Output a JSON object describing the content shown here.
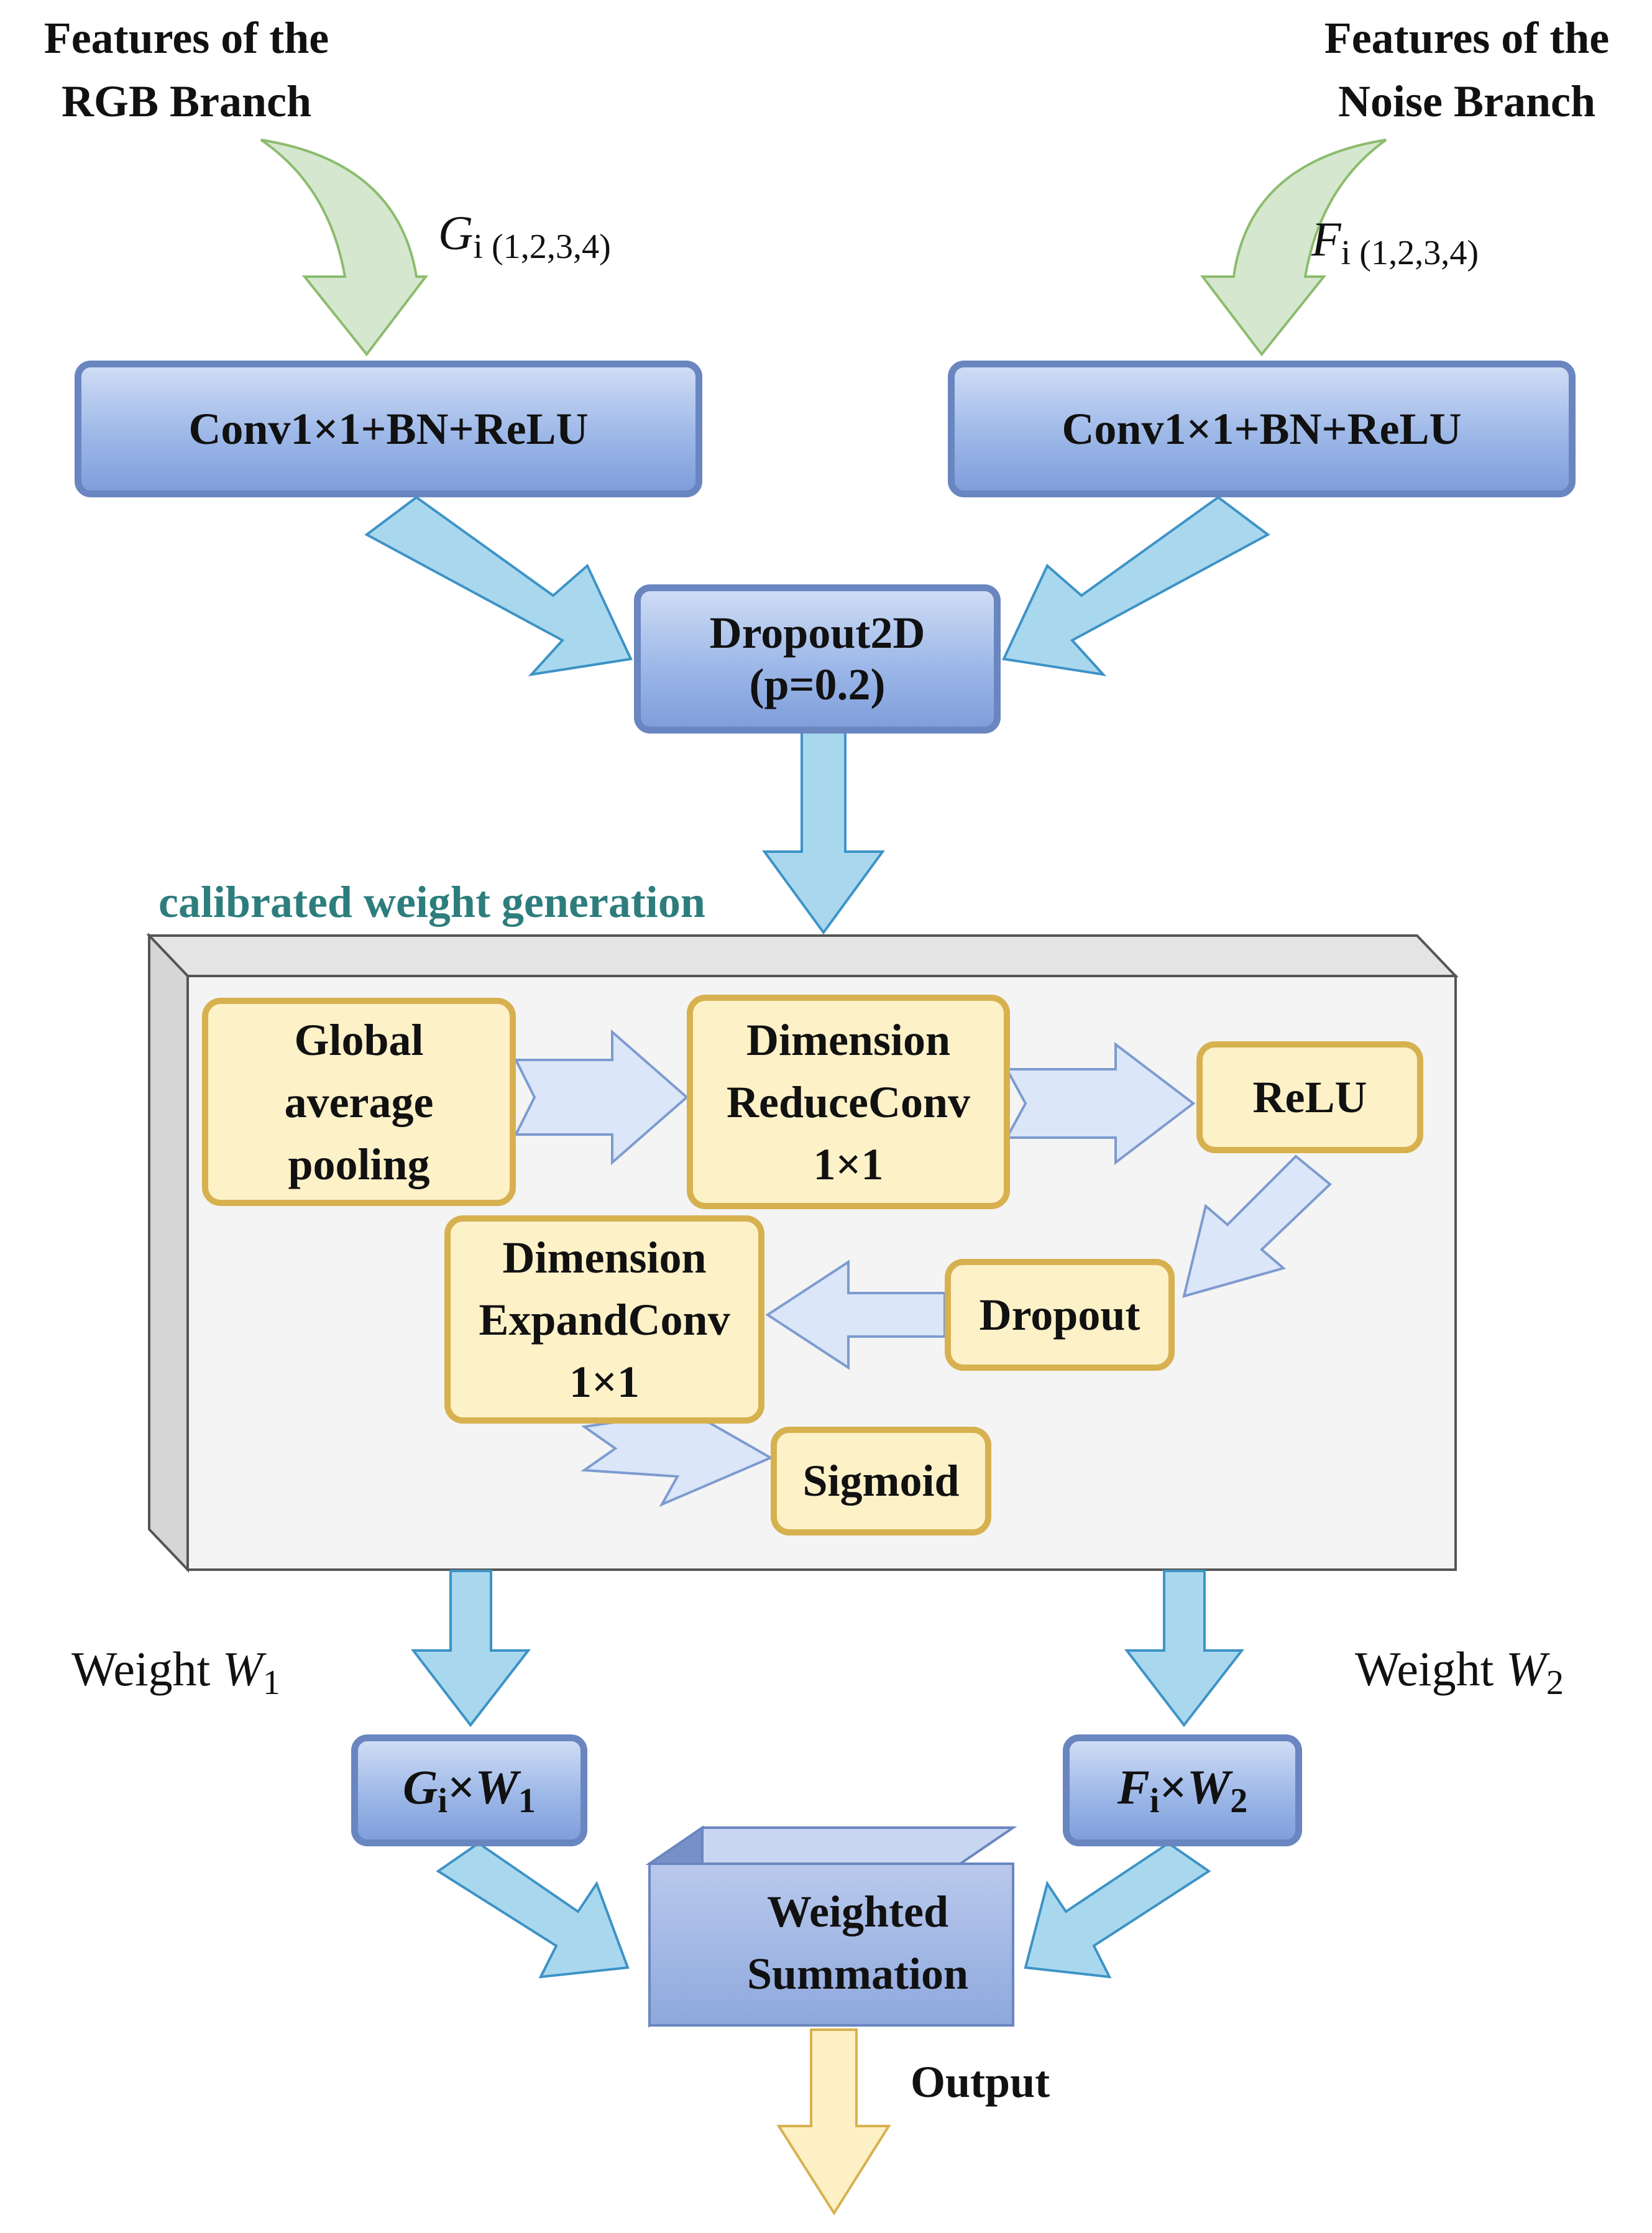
{
  "inputs": {
    "rgb": {
      "label": [
        "Features of the",
        "RGB Branch"
      ],
      "var": "G",
      "sub": "i (1,2,3,4)"
    },
    "noise": {
      "label": [
        "Features of the",
        "Noise Branch"
      ],
      "var": "F",
      "sub": "i (1,2,3,4)"
    }
  },
  "conv_left": "Conv1×1+BN+ReLU",
  "conv_right": "Conv1×1+BN+ReLU",
  "dropout2d": [
    "Dropout2D",
    "(p=0.2)"
  ],
  "cwg": {
    "title": "calibrated weight generation",
    "gap": [
      "Global",
      "average",
      "pooling"
    ],
    "reduce": [
      "Dimension",
      "ReduceConv",
      "1×1"
    ],
    "relu": "ReLU",
    "dropout": "Dropout",
    "expand": [
      "Dimension",
      "ExpandConv",
      "1×1"
    ],
    "sigmoid": "Sigmoid"
  },
  "weights": {
    "w1": {
      "prefix": "Weight ",
      "var": "W",
      "sub": "1"
    },
    "w2": {
      "prefix": "Weight ",
      "var": "W",
      "sub": "2"
    }
  },
  "products": {
    "left": {
      "a": "G",
      "a_sub": "i",
      "times": "×",
      "b": "W",
      "b_sub": "1"
    },
    "right": {
      "a": "F",
      "a_sub": "i",
      "times": "×",
      "b": "W",
      "b_sub": "2"
    }
  },
  "summation": [
    "Weighted",
    "Summation"
  ],
  "output": "Output",
  "colors": {
    "green_arrow": "#d5e8cf",
    "green_stroke": "#8cbc6e",
    "cyan_arrow": "#a9d8ee",
    "cyan_stroke": "#3d93c6",
    "light_arrow": "#dbe6f8",
    "light_stroke": "#7d9bd0",
    "yellow_arrow": "#fdf0c4",
    "yellow_stroke": "#d7b14f",
    "blue_box": "#9db8e8",
    "yellow_box": "#fdf1c8",
    "teal_text": "#2e7d7d"
  }
}
